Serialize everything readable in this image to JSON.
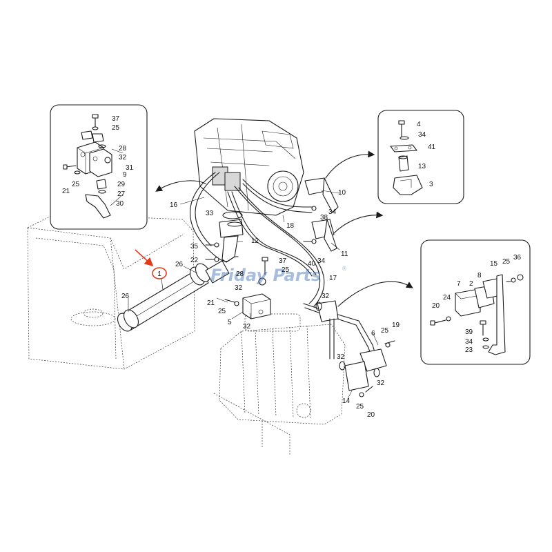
{
  "watermark": {
    "text": "Friday Parts",
    "registered_mark": "®"
  },
  "highlight": {
    "part_number": "1",
    "color": "#e23b1c"
  },
  "callouts": {
    "n1": "1",
    "n2": "2",
    "n3": "3",
    "n4": "4",
    "n5": "5",
    "n6": "6",
    "n7": "7",
    "n8": "8",
    "n9": "9",
    "n10": "10",
    "n11": "11",
    "n12": "12",
    "n13": "13",
    "n14": "14",
    "n15": "15",
    "n16": "16",
    "n17": "17",
    "n18": "18",
    "n19": "19",
    "n20": "20",
    "n21": "21",
    "n22": "22",
    "n23": "23",
    "n24": "24",
    "n25": "25",
    "n26": "26",
    "n27": "27",
    "n28": "28",
    "n29": "29",
    "n30": "30",
    "n31": "31",
    "n32": "32",
    "n33": "33",
    "n34": "34",
    "n35": "35",
    "n36": "36",
    "n37": "37",
    "n38": "38",
    "n39": "39",
    "n40": "40",
    "n41": "41"
  }
}
